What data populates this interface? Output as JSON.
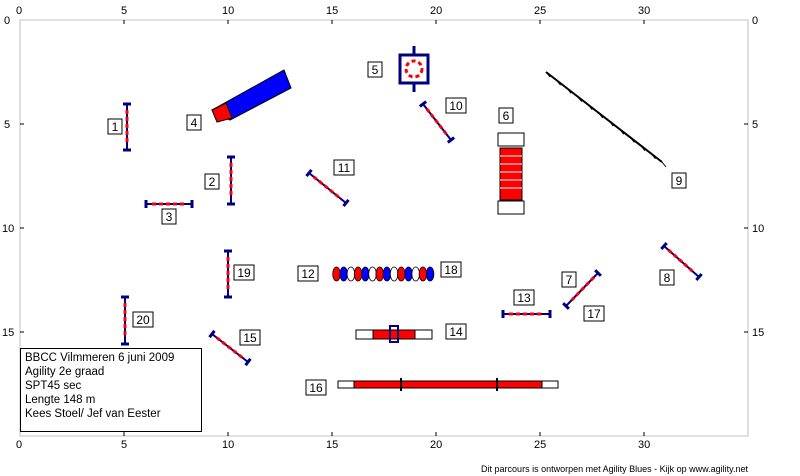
{
  "axis": {
    "x_ticks": [
      "0",
      "5",
      "10",
      "15",
      "20",
      "25",
      "30"
    ],
    "y_ticks": [
      "0",
      "5",
      "10",
      "15"
    ]
  },
  "obstacles": [
    {
      "num": "1",
      "type": "hurdle"
    },
    {
      "num": "2",
      "type": "hurdle"
    },
    {
      "num": "3",
      "type": "hurdle"
    },
    {
      "num": "4",
      "type": "tunnel"
    },
    {
      "num": "5",
      "type": "tyre"
    },
    {
      "num": "6",
      "type": "table"
    },
    {
      "num": "7",
      "type": "hurdle"
    },
    {
      "num": "8",
      "type": "hurdle"
    },
    {
      "num": "9",
      "type": "weave-poles"
    },
    {
      "num": "10",
      "type": "hurdle"
    },
    {
      "num": "11",
      "type": "hurdle"
    },
    {
      "num": "12",
      "type": "collapsed-tunnel"
    },
    {
      "num": "13",
      "type": "hurdle"
    },
    {
      "num": "14",
      "type": "seesaw"
    },
    {
      "num": "15",
      "type": "hurdle"
    },
    {
      "num": "16",
      "type": "dogwalk"
    },
    {
      "num": "17",
      "type": "hurdle"
    },
    {
      "num": "18",
      "type": "collapsed-tunnel-end"
    },
    {
      "num": "19",
      "type": "hurdle"
    },
    {
      "num": "20",
      "type": "hurdle"
    }
  ],
  "info": {
    "line1": "BBCC  Vilmmeren 6 juni 2009",
    "line2": "Agility 2e graad",
    "line3": "SPT45 sec",
    "line4": "Lengte 148 m",
    "line5": "Kees Stoel/ Jef van Eester"
  },
  "footer": "Dit parcours is ontworpen met Agility Blues - Kijk op www.agility.net",
  "colors": {
    "blue": "#0000ff",
    "navy": "#000080",
    "red": "#ff0000",
    "grid": "#c0c0c0"
  }
}
